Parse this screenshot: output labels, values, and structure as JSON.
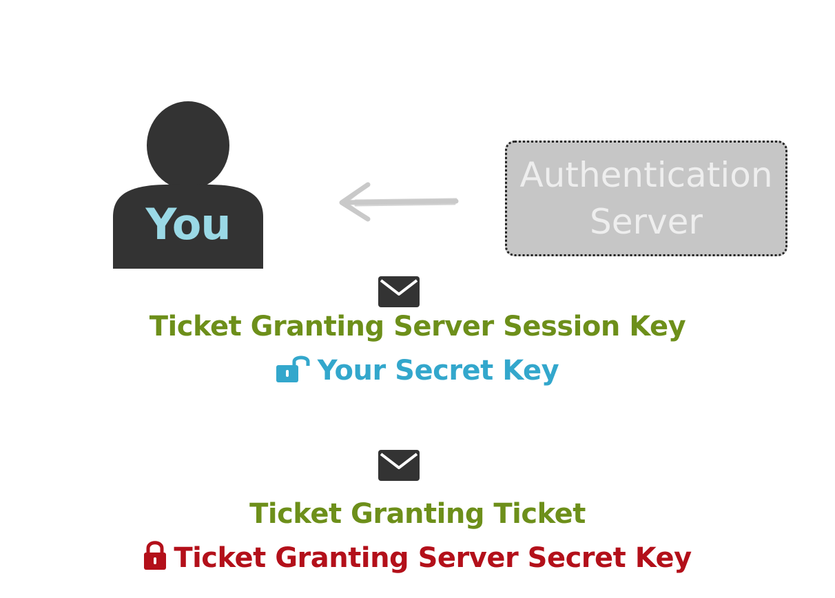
{
  "colors": {
    "person": "#333333",
    "you_text": "#9ad9e6",
    "arrow": "#cccccc",
    "server_fill": "#c6c6c6",
    "server_text": "#eeeeee",
    "server_border": "#222222",
    "envelope": "#333333",
    "green_text": "#6d8f1a",
    "blue_text": "#33a7cc",
    "red_text": "#b3101a"
  },
  "person": {
    "label": "You",
    "icon": "user-silhouette-icon"
  },
  "arrow": {
    "icon": "arrow-left-icon"
  },
  "auth_server": {
    "line1": "Authentication",
    "line2": "Server"
  },
  "message1": {
    "envelope_icon": "envelope-icon",
    "title": "Ticket Granting Server Session Key",
    "lock_icon": "lock-open-icon",
    "key": "Your Secret Key"
  },
  "message2": {
    "envelope_icon": "envelope-icon",
    "title": "Ticket Granting Ticket",
    "lock_icon": "lock-closed-icon",
    "key": "Ticket Granting Server Secret Key"
  }
}
